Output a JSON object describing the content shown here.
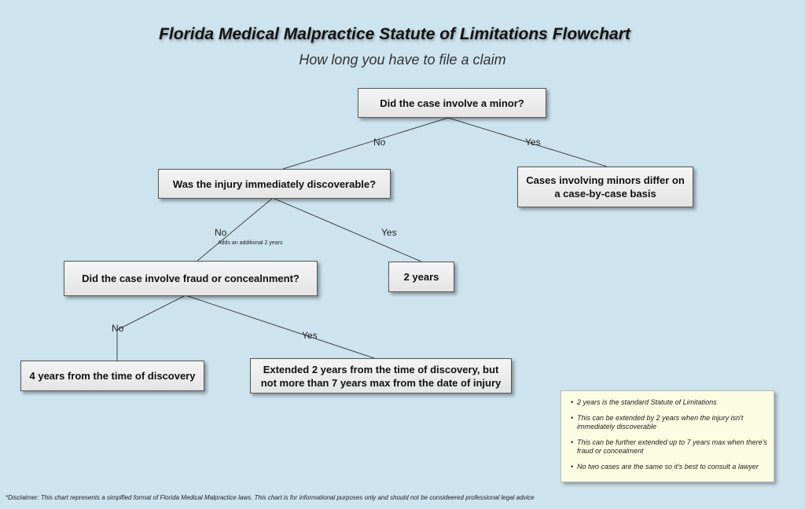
{
  "title": "Florida Medical Malpractice Statute of Limitations Flowchart",
  "subtitle": "How long you have to file a claim",
  "nodes": {
    "minor": "Did the case involve a minor?",
    "minors_differ": "Cases involving minors differ on a case-by-case basis",
    "discoverable": "Was the injury immediately discoverable?",
    "fraud": "Did the case involve fraud or concealnment?",
    "two_years": "2 years",
    "four_years": "4 years from the time of discovery",
    "extended": "Extended 2 years from the time of discovery, but not more than 7 years max from the date of injury"
  },
  "edges": {
    "minor_no": "No",
    "minor_yes": "Yes",
    "disc_no": "No",
    "disc_no_note": "Adds an additional 2 years",
    "disc_yes": "Yes",
    "fraud_no": "No",
    "fraud_yes": "Yes"
  },
  "legend": {
    "items": [
      "2 years is the standard Statute of Limitations",
      "This can be extended by 2 years when the injury isn't immediately discoverable",
      "This can be further extended up to 7 years max when there's fraud or concealment",
      "No two cases are the same so it's best to consult a lawyer"
    ]
  },
  "disclaimer": "*Disclaimer: This chart represents a simplfied format of Florida Medical Malpractice laws. This chart is for informational purposes only and should not be consideered professional legal advice"
}
